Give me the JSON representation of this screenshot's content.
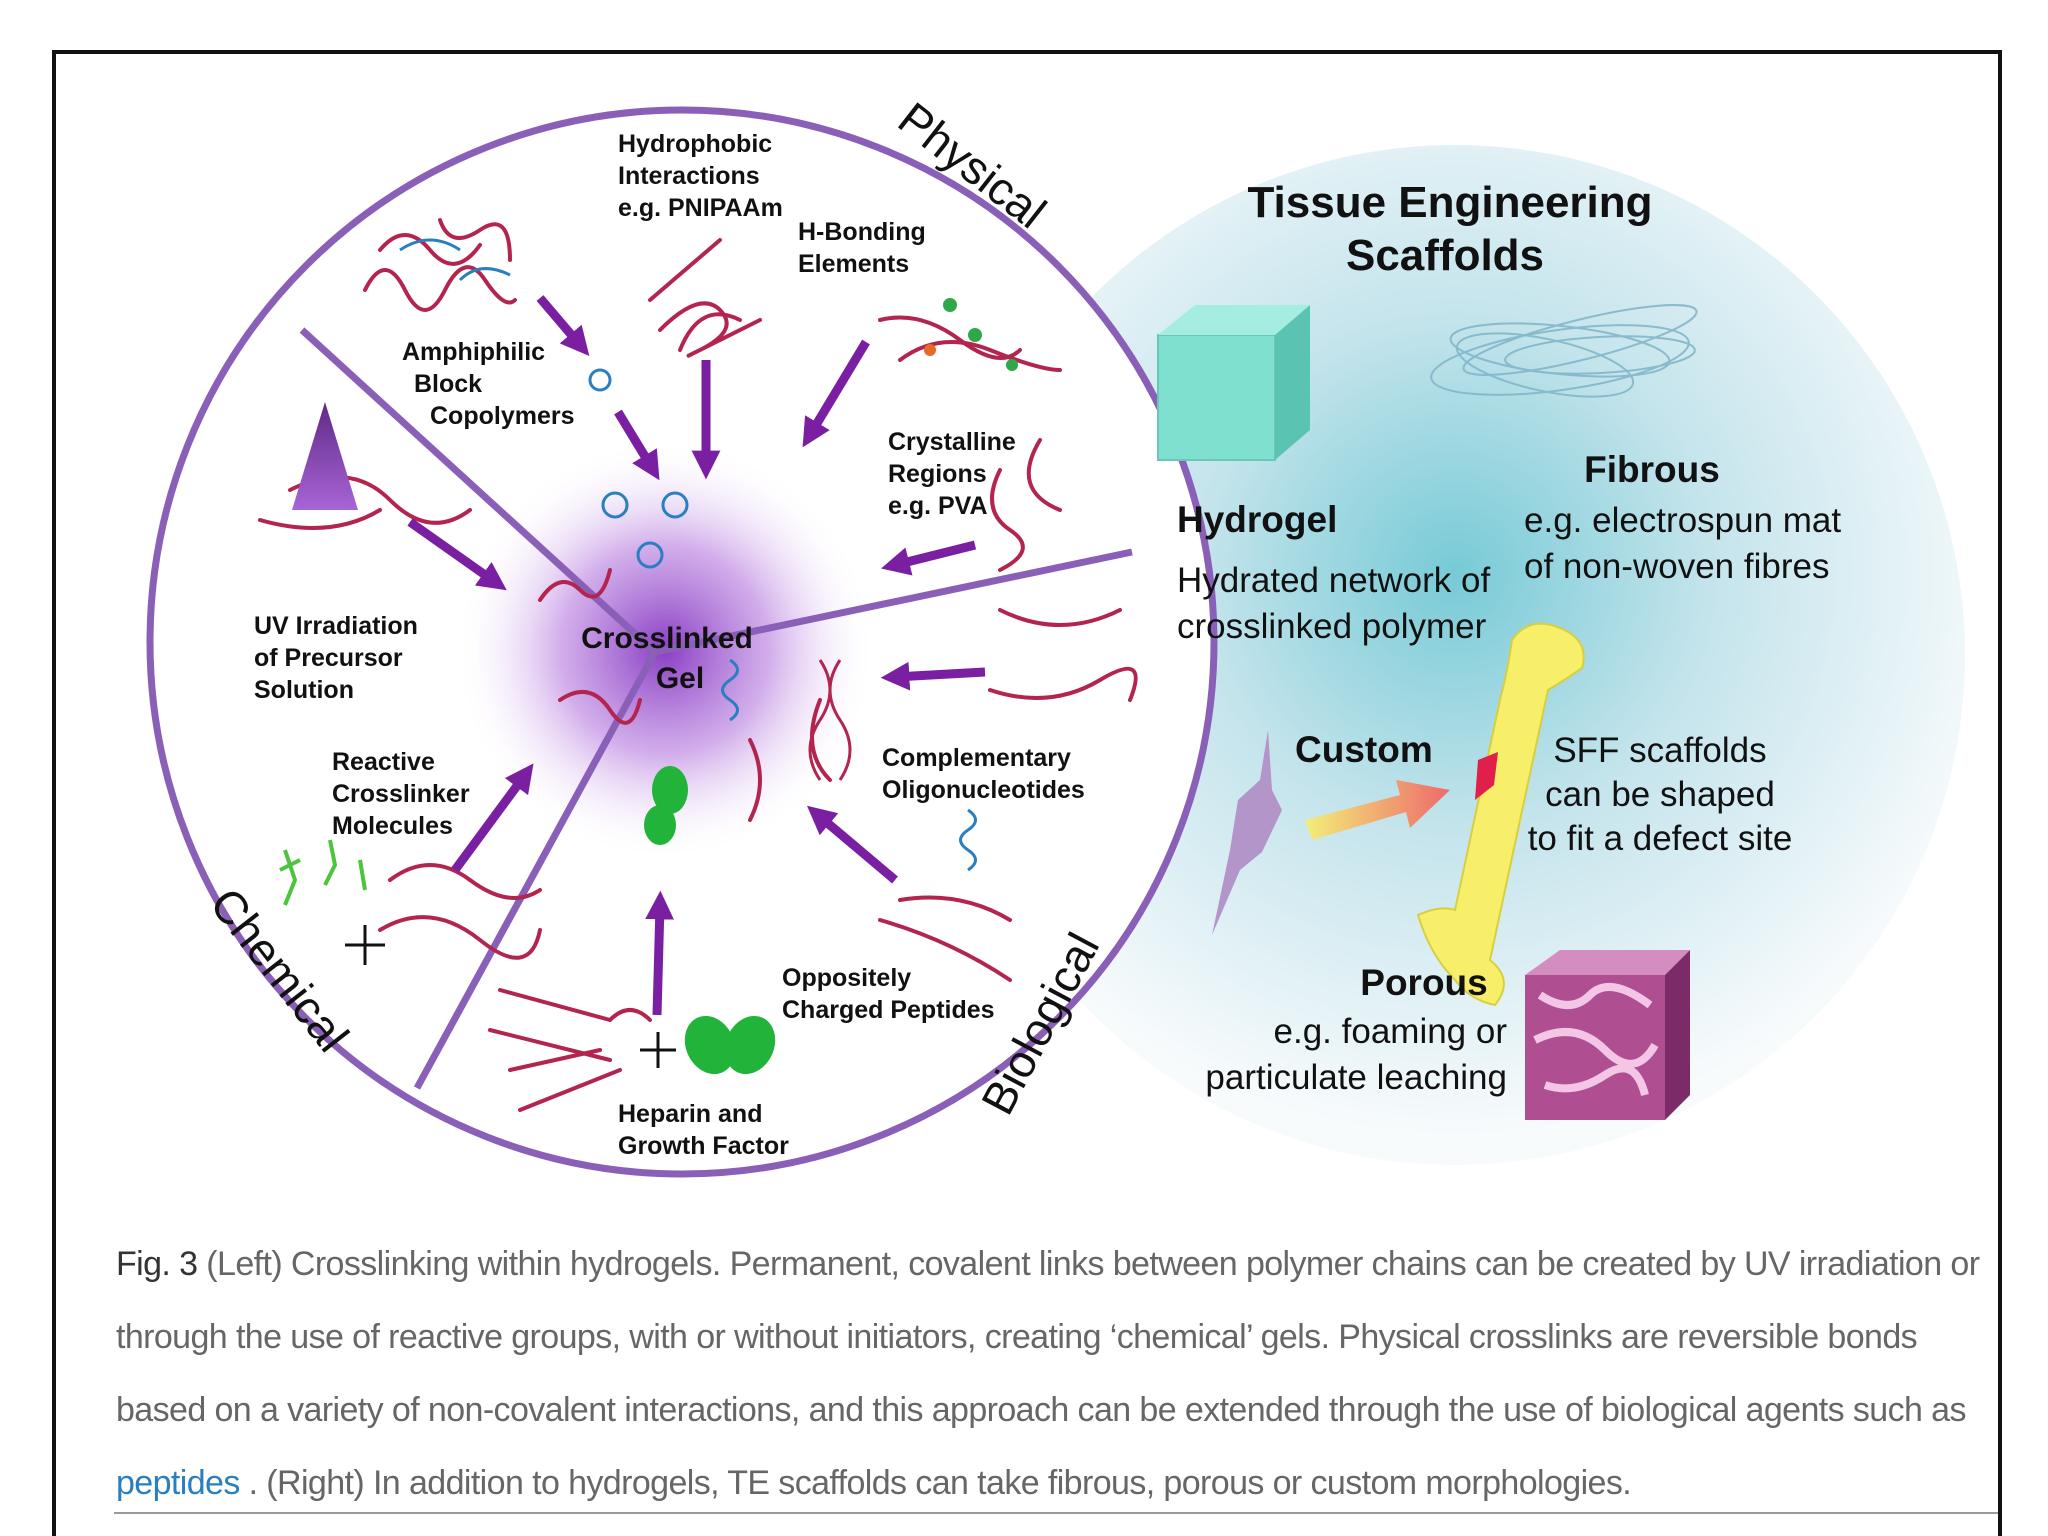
{
  "left_panel": {
    "sectors": {
      "physical": "Physical",
      "chemical": "Chemical",
      "biological": "Biological"
    },
    "center_label": [
      "Crosslinked",
      "Gel"
    ],
    "labels": {
      "hydrophobic": [
        "Hydrophobic",
        "Interactions",
        "e.g. PNIPAAm"
      ],
      "hbonding": [
        "H-Bonding",
        "Elements"
      ],
      "amphiphilic": [
        "Amphiphilic",
        "Block",
        "Copolymers"
      ],
      "crystalline": [
        "Crystalline",
        "Regions",
        "e.g. PVA"
      ],
      "uv": [
        "UV Irradiation",
        "of Precursor",
        "Solution"
      ],
      "reactive": [
        "Reactive",
        "Crosslinker",
        "Molecules"
      ],
      "oligo": [
        "Complementary",
        "Oligonucleotides"
      ],
      "peptides": [
        "Oppositely",
        "Charged Peptides"
      ],
      "heparin": [
        "Heparin and",
        "Growth Factor"
      ]
    }
  },
  "right_panel": {
    "title": [
      "Tissue Engineering",
      "Scaffolds"
    ],
    "hydrogel": {
      "heading": "Hydrogel",
      "text": [
        "Hydrated network of",
        "crosslinked polymer"
      ]
    },
    "fibrous": {
      "heading": "Fibrous",
      "text": [
        "e.g. electrospun mat",
        "of non-woven fibres"
      ]
    },
    "custom": {
      "heading": "Custom",
      "text": [
        "SFF scaffolds",
        "can be shaped",
        "to fit a defect site"
      ]
    },
    "porous": {
      "heading": "Porous",
      "text": [
        "e.g. foaming or",
        "particulate leaching"
      ]
    }
  },
  "caption": {
    "fig": "Fig. 3",
    "part1": " (Left) Crosslinking within hydrogels. Permanent, covalent links between polymer chains can be created by UV irradiation or through the use of reactive groups, with or without initiators, creating ‘chemical’ gels. Physical crosslinks are reversible bonds based on a variety of non-covalent interactions, and this approach can be extended through the use of biological agents such as ",
    "link": "peptides",
    "part2": " . (Right) In addition to hydrogels, TE scaffolds can take fibrous, porous or custom morphologies."
  },
  "colors": {
    "accent": "#7e4fa8",
    "arrow": "#7a1fa2",
    "polymer": "#b3244e",
    "hydrogel_cube": "#7fe0cf",
    "bone": "#f7ef6a",
    "growth_factor": "#22b33a",
    "link": "#2a7fc0"
  }
}
